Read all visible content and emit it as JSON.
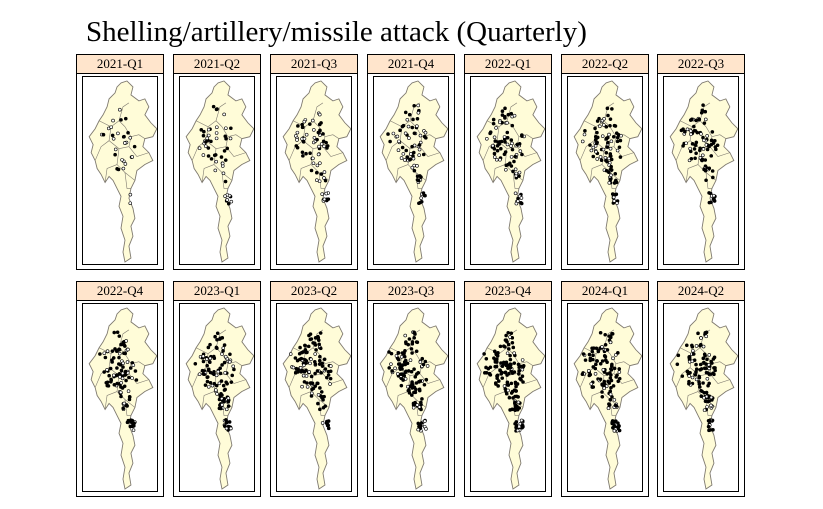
{
  "title": "Shelling/artillery/missile attack (Quarterly)",
  "colors": {
    "land": "#fffcd8",
    "border": "#7f7a70",
    "strip": "#ffe5cc",
    "point_fill": "#ffffff",
    "point_stroke": "#000000"
  },
  "panels": [
    {
      "label": "2021-Q1",
      "row": 0,
      "col": 0,
      "intensity": 0.1
    },
    {
      "label": "2021-Q2",
      "row": 0,
      "col": 1,
      "intensity": 0.25
    },
    {
      "label": "2021-Q3",
      "row": 0,
      "col": 2,
      "intensity": 0.4
    },
    {
      "label": "2021-Q4",
      "row": 0,
      "col": 3,
      "intensity": 0.45
    },
    {
      "label": "2022-Q1",
      "row": 0,
      "col": 4,
      "intensity": 0.55
    },
    {
      "label": "2022-Q2",
      "row": 0,
      "col": 5,
      "intensity": 0.65
    },
    {
      "label": "2022-Q3",
      "row": 0,
      "col": 6,
      "intensity": 0.6
    },
    {
      "label": "2022-Q4",
      "row": 1,
      "col": 0,
      "intensity": 0.75
    },
    {
      "label": "2023-Q1",
      "row": 1,
      "col": 1,
      "intensity": 0.8
    },
    {
      "label": "2023-Q2",
      "row": 1,
      "col": 2,
      "intensity": 0.82
    },
    {
      "label": "2023-Q3",
      "row": 1,
      "col": 3,
      "intensity": 0.85
    },
    {
      "label": "2023-Q4",
      "row": 1,
      "col": 4,
      "intensity": 1.0
    },
    {
      "label": "2024-Q1",
      "row": 1,
      "col": 5,
      "intensity": 0.9
    },
    {
      "label": "2024-Q2",
      "row": 1,
      "col": 6,
      "intensity": 0.8
    }
  ]
}
